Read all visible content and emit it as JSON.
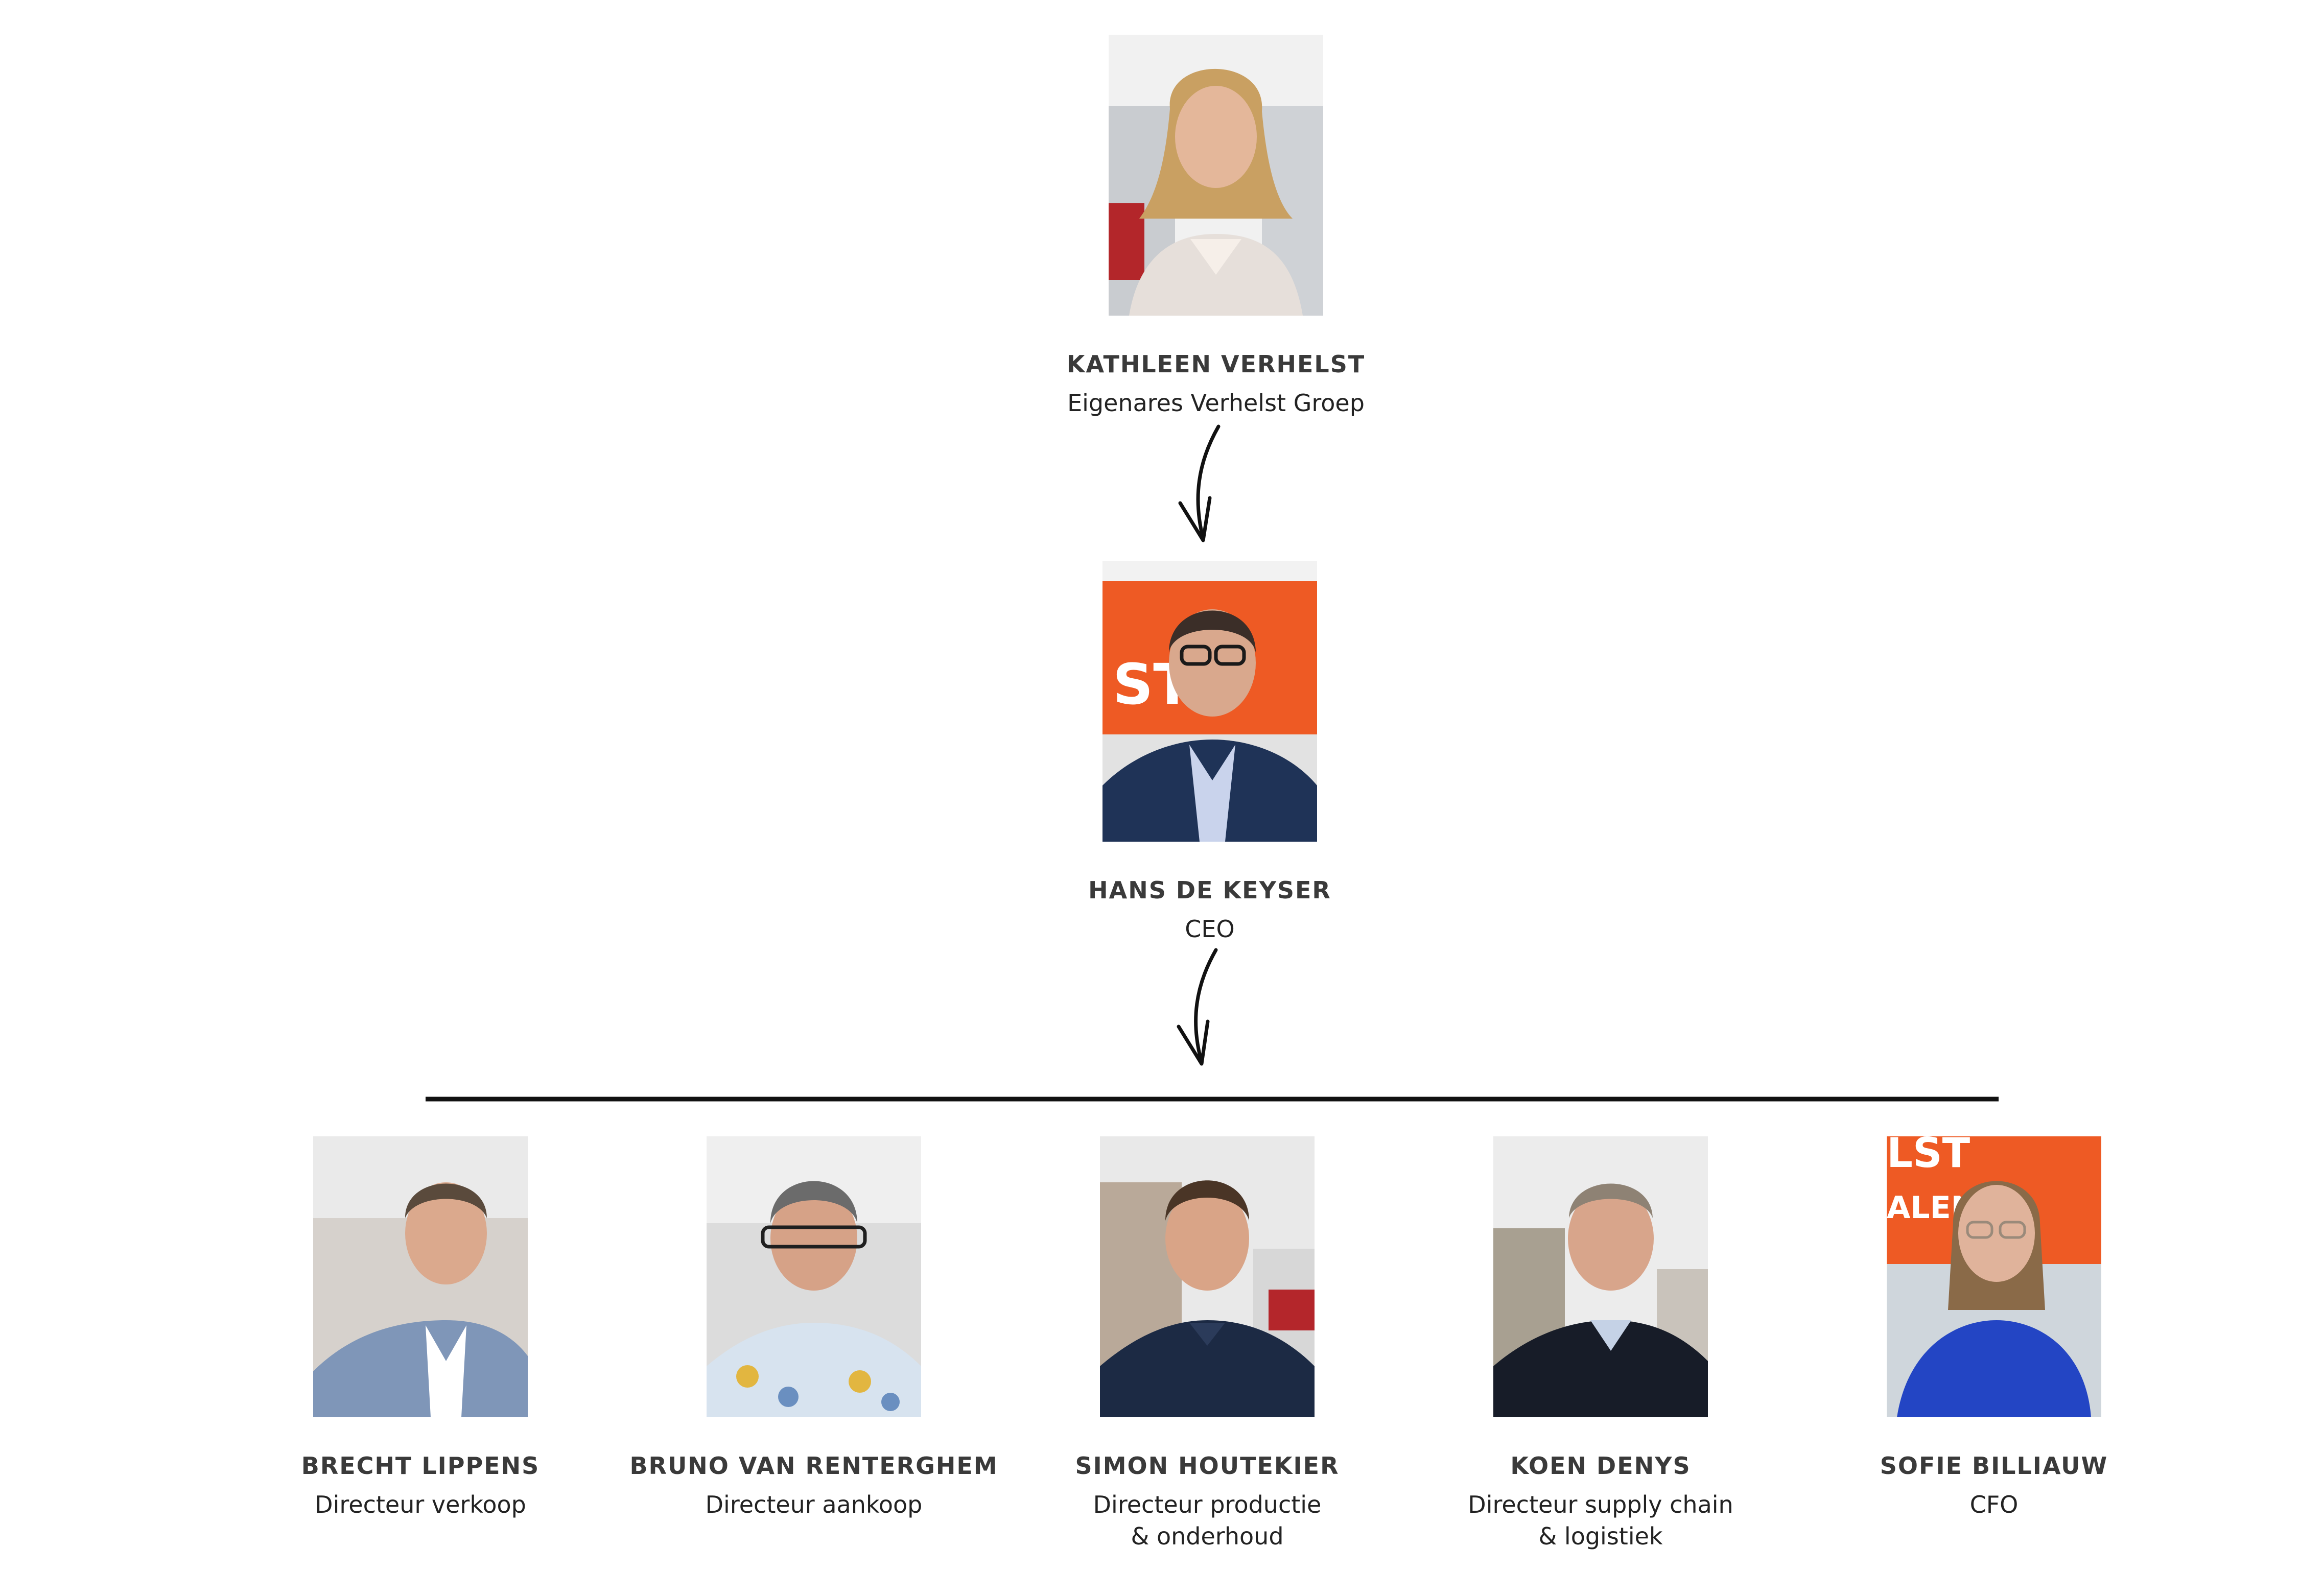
{
  "owner": {
    "name": "KATHLEEN VERHELST",
    "role_lines": [
      "Eigenares Verhelst Groep"
    ]
  },
  "ceo": {
    "name": "HANS DE KEYSER",
    "role_lines": [
      "CEO"
    ]
  },
  "directors": [
    {
      "name": "BRECHT LIPPENS",
      "role_lines": [
        "Directeur verkoop"
      ]
    },
    {
      "name": "BRUNO VAN RENTERGHEM",
      "role_lines": [
        "Directeur aankoop"
      ]
    },
    {
      "name": "SIMON HOUTEKIER",
      "role_lines": [
        "Directeur productie",
        "& onderhoud"
      ]
    },
    {
      "name": "KOEN DENYS",
      "role_lines": [
        "Directeur supply chain",
        "& logistiek"
      ]
    },
    {
      "name": "SOFIE BILLIAUW",
      "role_lines": [
        "CFO"
      ]
    }
  ],
  "colors": {
    "name_text": "#3a3a3a",
    "role_text": "#222222",
    "line": "#111111",
    "brand_orange": "#ee5a24",
    "navy": "#1f3357",
    "royal_blue": "#2345c4"
  }
}
